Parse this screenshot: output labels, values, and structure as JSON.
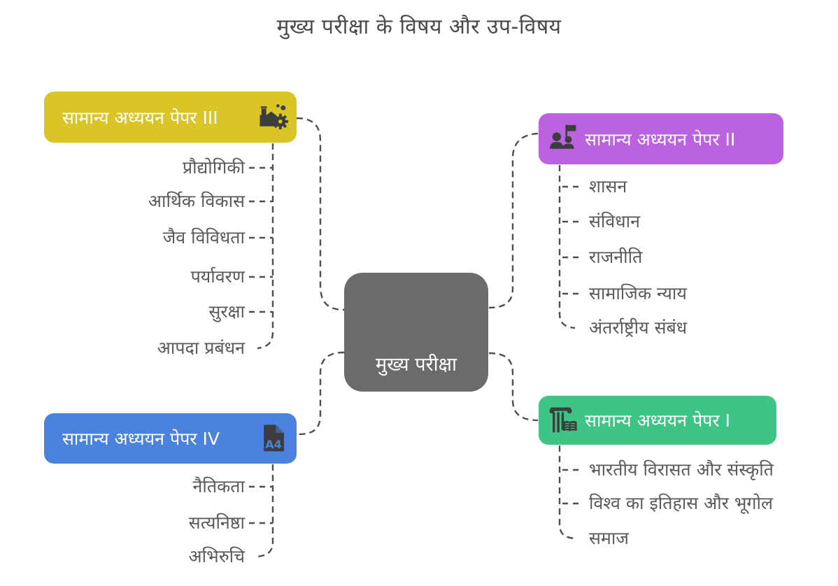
{
  "title": "मुख्य परीक्षा के विषय और उप-विषय",
  "center": {
    "label": "मुख्य परीक्षा"
  },
  "branches": [
    {
      "label": "सामान्य अध्ययन पेपर III",
      "icon": "factory-gear-icon",
      "items": [
        "प्रौद्योगिकी",
        "आर्थिक विकास",
        "जैव विविधता",
        "पर्यावरण",
        "सुरक्षा",
        "आपदा प्रबंधन"
      ]
    },
    {
      "label": "सामान्य अध्ययन पेपर II",
      "icon": "people-flag-icon",
      "items": [
        "शासन",
        "संविधान",
        "राजनीति",
        "सामाजिक न्याय",
        "अंतर्राष्ट्रीय संबंध"
      ]
    },
    {
      "label": "सामान्य अध्ययन पेपर IV",
      "icon": "a4-document-icon",
      "items": [
        "नैतिकता",
        "सत्यनिष्ठा",
        "अभिरुचि"
      ]
    },
    {
      "label": "सामान्य अध्ययन पेपर I",
      "icon": "pillar-book-icon",
      "items": [
        "भारतीय विरासत और संस्कृति",
        "विश्व का इतिहास और भूगोल",
        "समाज"
      ]
    }
  ],
  "colors": {
    "yellow": "#d9c525",
    "purple": "#bb62e0",
    "blue": "#4b82de",
    "green": "#3ec484",
    "center": "#6b6b6b",
    "connector": "#4f4f4f",
    "text": "#595959",
    "title": "#4a4a4a",
    "icon": "#3d3d3d",
    "label": "#ffffff"
  }
}
